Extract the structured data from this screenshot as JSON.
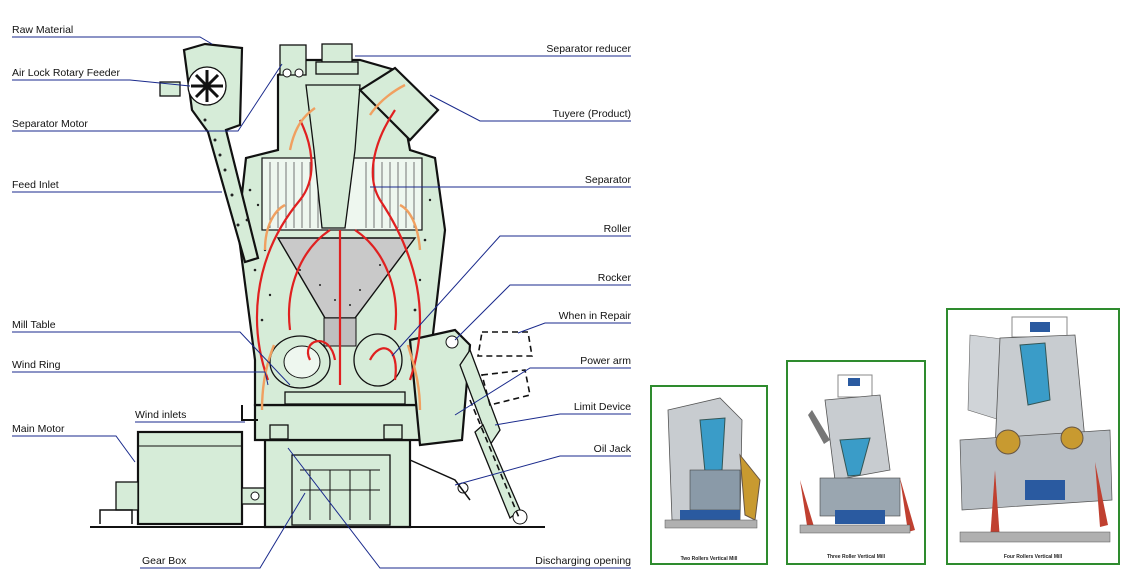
{
  "labels_left": [
    {
      "id": "raw-material",
      "text": "Raw Material"
    },
    {
      "id": "air-lock-rotary-feeder",
      "text": "Air Lock Rotary Feeder"
    },
    {
      "id": "separator-motor",
      "text": "Separator Motor"
    },
    {
      "id": "feed-inlet",
      "text": "Feed Inlet"
    },
    {
      "id": "mill-table",
      "text": "Mill Table"
    },
    {
      "id": "wind-ring",
      "text": "Wind Ring"
    },
    {
      "id": "wind-inlets",
      "text": "Wind inlets"
    },
    {
      "id": "main-motor",
      "text": "Main Motor"
    },
    {
      "id": "gear-box",
      "text": "Gear Box"
    }
  ],
  "labels_right": [
    {
      "id": "separator-reducer",
      "text": "Separator reducer"
    },
    {
      "id": "tuyere-product",
      "text": "Tuyere (Product)"
    },
    {
      "id": "separator",
      "text": "Separator"
    },
    {
      "id": "roller",
      "text": "Roller"
    },
    {
      "id": "rocker",
      "text": "Rocker"
    },
    {
      "id": "when-in-repair",
      "text": "When in Repair"
    },
    {
      "id": "power-arm",
      "text": "Power arm"
    },
    {
      "id": "limit-device",
      "text": "Limit Device"
    },
    {
      "id": "oil-jack",
      "text": "Oil Jack"
    },
    {
      "id": "discharging-opening",
      "text": "Discharging opening"
    }
  ],
  "photos": [
    {
      "id": "two-rollers",
      "caption": "Two Rollers Vertical Mill"
    },
    {
      "id": "three-roller",
      "caption": "Three Roller Vertical Mill"
    },
    {
      "id": "four-rollers",
      "caption": "Four Rollers Vertical Mill"
    }
  ],
  "colors": {
    "machine_fill": "#d6ecd8",
    "leader_line": "#1a2a8c",
    "flow_red": "#e02020",
    "flow_orange": "#f0a060",
    "photo_frame": "#2e8b2e"
  }
}
